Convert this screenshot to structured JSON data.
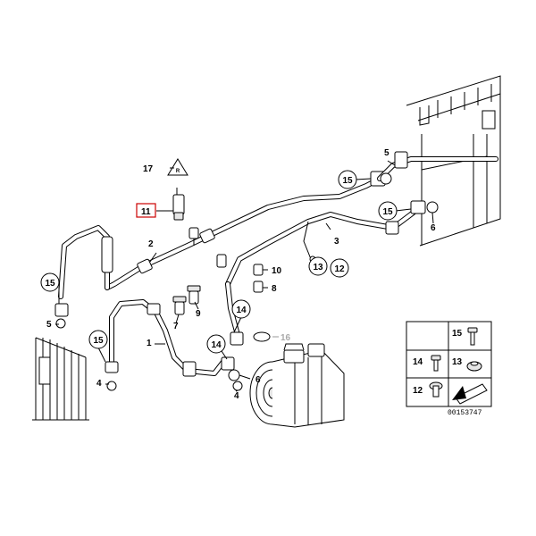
{
  "diagram": {
    "callouts": {
      "p1": "1",
      "p2": "2",
      "p3": "3",
      "p4a": "4",
      "p4b": "4",
      "p5a": "5",
      "p5b": "5",
      "p6a": "6",
      "p6b": "6",
      "p7": "7",
      "p8": "8",
      "p9": "9",
      "p10": "10",
      "p11": "11",
      "p12": "12",
      "p13": "13",
      "p14a": "14",
      "p14b": "14",
      "p15a": "15",
      "p15b": "15",
      "p15c": "15",
      "p15d": "15",
      "p16": "16",
      "p17": "17"
    },
    "legend": {
      "item15": "15",
      "item14": "14",
      "item13": "13",
      "item12": "12"
    },
    "highlight_color": "#cc0000",
    "faded_color": "#aaaaaa",
    "ref_code": "00153747"
  }
}
